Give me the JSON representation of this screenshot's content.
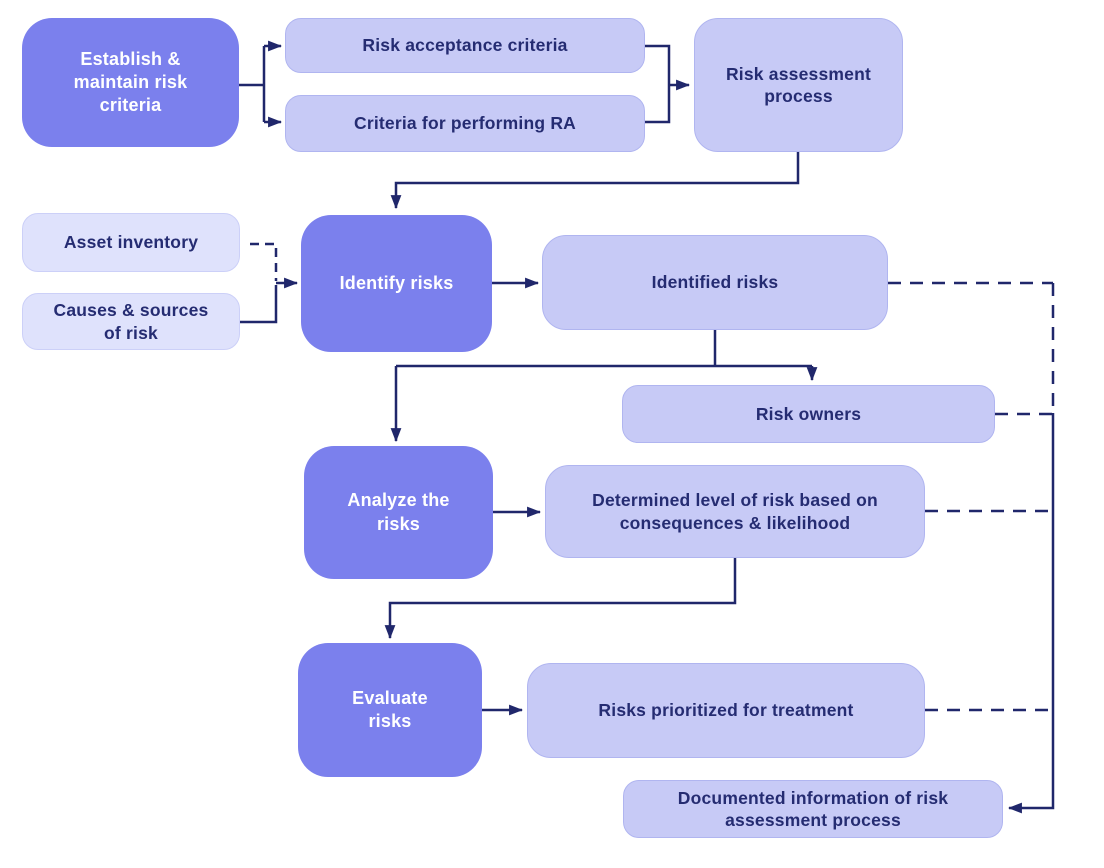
{
  "diagram_title": "Risk assessment process flowchart",
  "colors": {
    "process_box": "#7b80ed",
    "output_box": "#c7caf6",
    "input_box": "#dfe2fc",
    "line": "#20276b",
    "text_on_dark": "#ffffff",
    "text_on_light": "#252c72",
    "background": "#ffffff"
  },
  "nodes": {
    "establish": {
      "label": "Establish & maintain risk criteria",
      "type": "process"
    },
    "risk_acceptance": {
      "label": "Risk acceptance criteria",
      "type": "output"
    },
    "criteria_ra": {
      "label": "Criteria for performing RA",
      "type": "output"
    },
    "ra_process": {
      "label": "Risk assessment process",
      "type": "output"
    },
    "asset_inventory": {
      "label": "Asset inventory",
      "type": "input"
    },
    "causes_sources": {
      "label": "Causes & sources of risk",
      "type": "input"
    },
    "identify": {
      "label": "Identify risks",
      "type": "process"
    },
    "identified": {
      "label": "Identified risks",
      "type": "output"
    },
    "risk_owners": {
      "label": "Risk owners",
      "type": "output"
    },
    "analyze": {
      "label": "Analyze the risks",
      "type": "process"
    },
    "determined_level": {
      "label": "Determined level of risk based on consequences & likelihood",
      "type": "output"
    },
    "evaluate": {
      "label": "Evaluate risks",
      "type": "process"
    },
    "prioritized": {
      "label": "Risks prioritized for treatment",
      "type": "output"
    },
    "documented": {
      "label": "Documented information of risk assessment process",
      "type": "output"
    }
  },
  "edges": [
    "establish -> risk_acceptance",
    "establish -> criteria_ra",
    "risk_acceptance -> ra_process",
    "criteria_ra -> ra_process",
    "ra_process -> identify",
    "asset_inventory -> identify (dashed)",
    "causes_sources -> identify",
    "identify -> identified",
    "identified -> risk_owners",
    "identified -> analyze",
    "analyze -> determined_level",
    "determined_level -> evaluate",
    "evaluate -> prioritized",
    "identified -> documented (dashed)",
    "risk_owners -> documented (dashed)",
    "determined_level -> documented (dashed)",
    "prioritized -> documented (dashed)"
  ]
}
